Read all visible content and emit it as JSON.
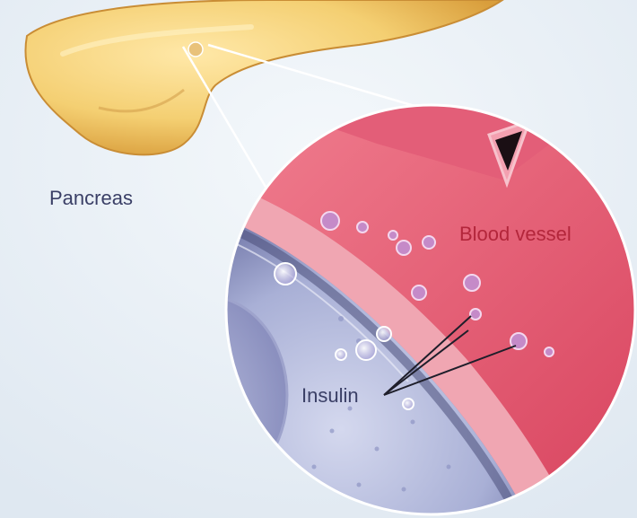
{
  "labels": {
    "pancreas": "Pancreas",
    "blood_vessel": "Blood vessel",
    "insulin": "Insulin"
  },
  "colors": {
    "background": "#e6eef5",
    "pancreas": "#f2cf78",
    "vessel": "#e65c74",
    "vessel_wall": "#f0a6b2",
    "cell": "#b7bfe0",
    "cell_dark": "#5a5f88",
    "label_text": "#3a3f66",
    "blood_label": "#b3263b"
  }
}
